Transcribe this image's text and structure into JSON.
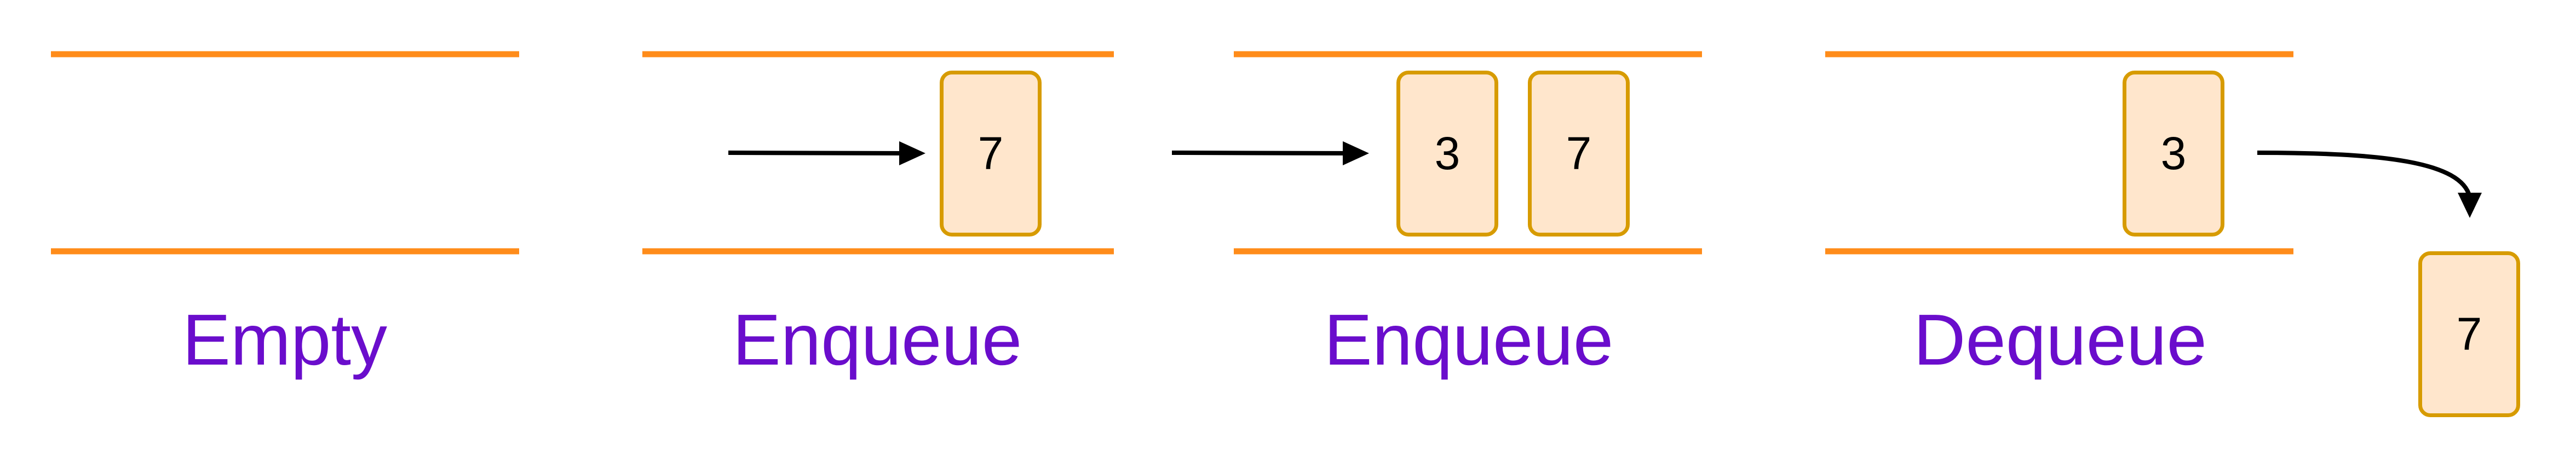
{
  "colors": {
    "rail": "#ff8c1a",
    "box_fill": "#ffe6cc",
    "box_border": "#d79b00",
    "caption": "#6a0dcc",
    "arrow": "#000000"
  },
  "panels": [
    {
      "caption": "Empty",
      "items": []
    },
    {
      "caption": "Enqueue",
      "items": [
        "7"
      ]
    },
    {
      "caption": "Enqueue",
      "items": [
        "3",
        "7"
      ]
    },
    {
      "caption": "Dequeue",
      "items": [
        "3"
      ]
    }
  ],
  "dequeued_item": "7"
}
